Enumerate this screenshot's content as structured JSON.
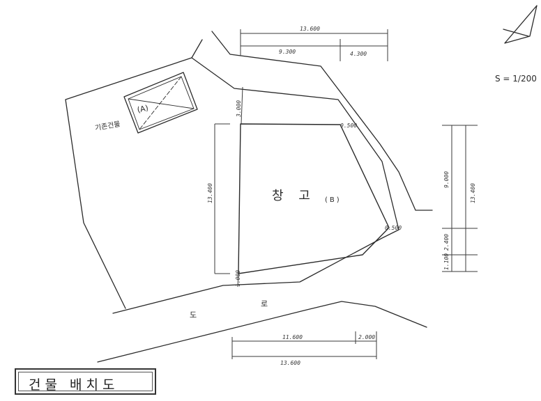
{
  "labels": {
    "existing_building_mark": "(A)",
    "existing_building": "기존건물",
    "warehouse": "창 고",
    "warehouse_mark": "(B)",
    "road_1": "도",
    "road_2": "로",
    "scale": "S = 1/200"
  },
  "dimensions": {
    "top_total": "13.600",
    "top_left": "9.300",
    "top_right": "4.300",
    "bottom_inner": "11.600",
    "bottom_right": "2.000",
    "bottom_total": "13.600",
    "right_total": "13.400",
    "right_upper": "9.000",
    "right_mid": "2.400",
    "right_low": "1.100",
    "left_vertical": "13.400",
    "setback_top": "3.000",
    "setback_corner_top": "0.500",
    "setback_corner_right": "0.500",
    "setback_bottom": "1.000"
  },
  "title": {
    "text": "건물 배치도"
  },
  "colors": {
    "ink": "#2a2a2a",
    "paper": "#ffffff"
  }
}
